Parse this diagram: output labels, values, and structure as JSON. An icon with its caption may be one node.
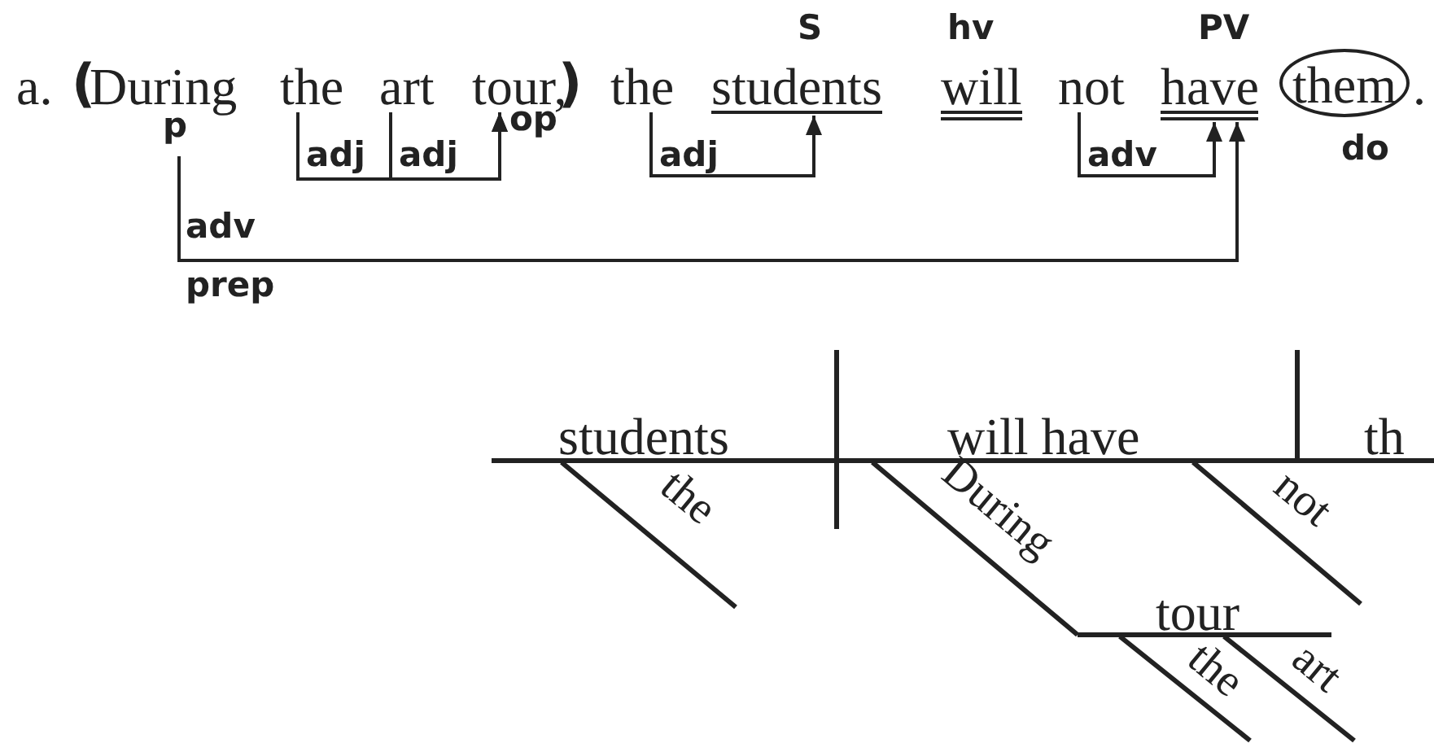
{
  "diagram": {
    "nodes": [
      {
        "text": [
          "During"
        ],
        "beside": [
          "p"
        ]
      },
      {
        "text": [
          "the"
        ]
      },
      {
        "text": [
          "art"
        ]
      },
      {
        "text": [
          "tour,"
        ],
        "beside": [
          "op"
        ]
      },
      {
        "text": [
          "the"
        ]
      },
      {
        "text": [
          "students"
        ],
        "beside": [
          "S"
        ]
      },
      {
        "text": [
          "will"
        ],
        "beside": [
          "hv"
        ]
      },
      {
        "text": [
          "not"
        ]
      },
      {
        "text": [
          "have"
        ],
        "beside": [
          "PV"
        ]
      },
      {
        "text": [
          "them"
        ],
        "beside": [
          "do"
        ]
      }
    ],
    "edges": [
      {
        "from": 1,
        "to": 3,
        "arrow": "to",
        "label": "adj"
      },
      {
        "from": 2,
        "to": 3,
        "arrow": "to",
        "label": "adj"
      },
      {
        "from": 4,
        "to": 5,
        "arrow": "to",
        "label": "adj"
      },
      {
        "from": 7,
        "to": 8,
        "arrow": "to",
        "label": "adv"
      },
      {
        "from": 0,
        "to": 8,
        "arrow": "to",
        "label": "adv"
      }
    ],
    "labels": [
      "a.",
      "(",
      ")",
      ".",
      "prep",
      "students",
      "will have",
      "th",
      "the",
      "During",
      "not",
      "tour",
      "the",
      "art"
    ]
  }
}
